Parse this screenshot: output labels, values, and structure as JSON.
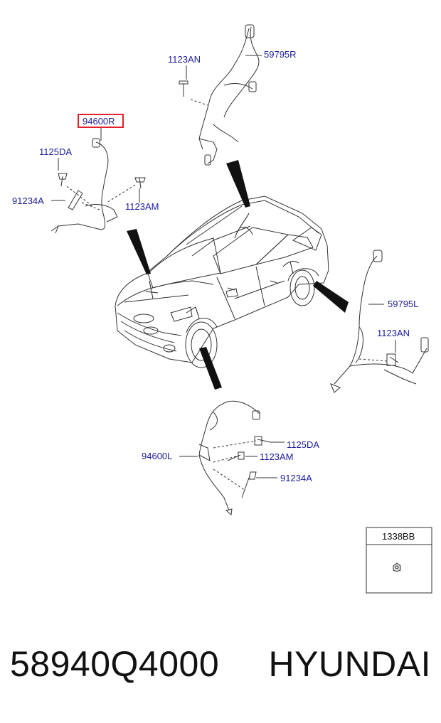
{
  "labels": {
    "l_1123AN_top": "1123AN",
    "l_59795R": "59795R",
    "l_94600R": "94600R",
    "l_1125DA_left": "1125DA",
    "l_91234A_left": "91234A",
    "l_1123AM_left": "1123AM",
    "l_59795L": "59795L",
    "l_1123AN_right": "1123AN",
    "l_94600L": "94600L",
    "l_1125DA_bottom": "1125DA",
    "l_1123AM_bottom": "1123AM",
    "l_91234A_bottom": "91234A"
  },
  "reference_box": {
    "title": "1338BB"
  },
  "footer": {
    "part_number": "58940Q4000",
    "brand": "HYUNDAI"
  },
  "colors": {
    "label": "#1c1c9c",
    "highlight": "#e0202a",
    "line": "#333333"
  },
  "highlighted_label": "94600R"
}
